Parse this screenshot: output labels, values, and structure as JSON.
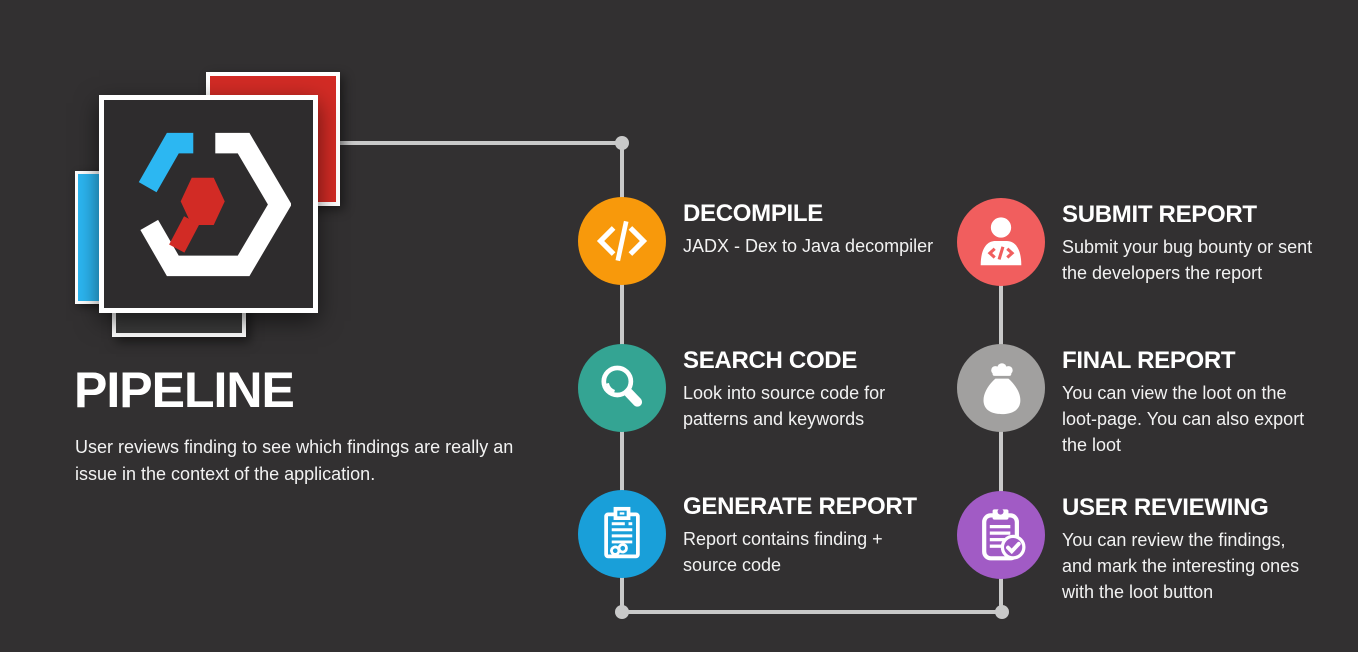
{
  "canvas": {
    "background": "#323031",
    "connector_color": "#C9C9C9",
    "icon_color": "#FFFFFF"
  },
  "logo": {
    "label": "layered-app-logo",
    "colors": {
      "red_card": "#D22B25",
      "blue_card": "#2CB7F2",
      "gray_card": "#3B3B3B",
      "main_card_bg": "#2E2C2D",
      "hex_white": "#FFFFFF",
      "hex_blue": "#2CB7F2",
      "hex_red": "#D22B25"
    }
  },
  "intro": {
    "title": "PIPELINE",
    "description": "User reviews finding to see which findings are really an\nissue in the context of the application."
  },
  "steps": [
    {
      "title": "DECOMPILE",
      "description": "JADX - Dex to Java decompiler",
      "color": "#F8990B",
      "icon": "code-icon"
    },
    {
      "title": "SEARCH CODE",
      "description": "Look into source code for\npatterns and keywords",
      "color": "#34A493",
      "icon": "search-icon"
    },
    {
      "title": "GENERATE REPORT",
      "description": "Report contains finding +\nsource code",
      "color": "#199FD9",
      "icon": "report-document-icon"
    },
    {
      "title": "SUBMIT REPORT",
      "description": "Submit your bug bounty or sent\nthe developers the report",
      "color": "#F15E5E",
      "icon": "person-code-icon"
    },
    {
      "title": "FINAL REPORT",
      "description": "You can view the loot on the\nloot-page. You can also export\nthe loot",
      "color": "#A1A09F",
      "icon": "loot-bag-icon"
    },
    {
      "title": "USER REVIEWING",
      "description": "You can review the findings,\nand mark the interesting ones\nwith the loot button",
      "color": "#A15BC5",
      "icon": "clipboard-check-icon"
    }
  ]
}
